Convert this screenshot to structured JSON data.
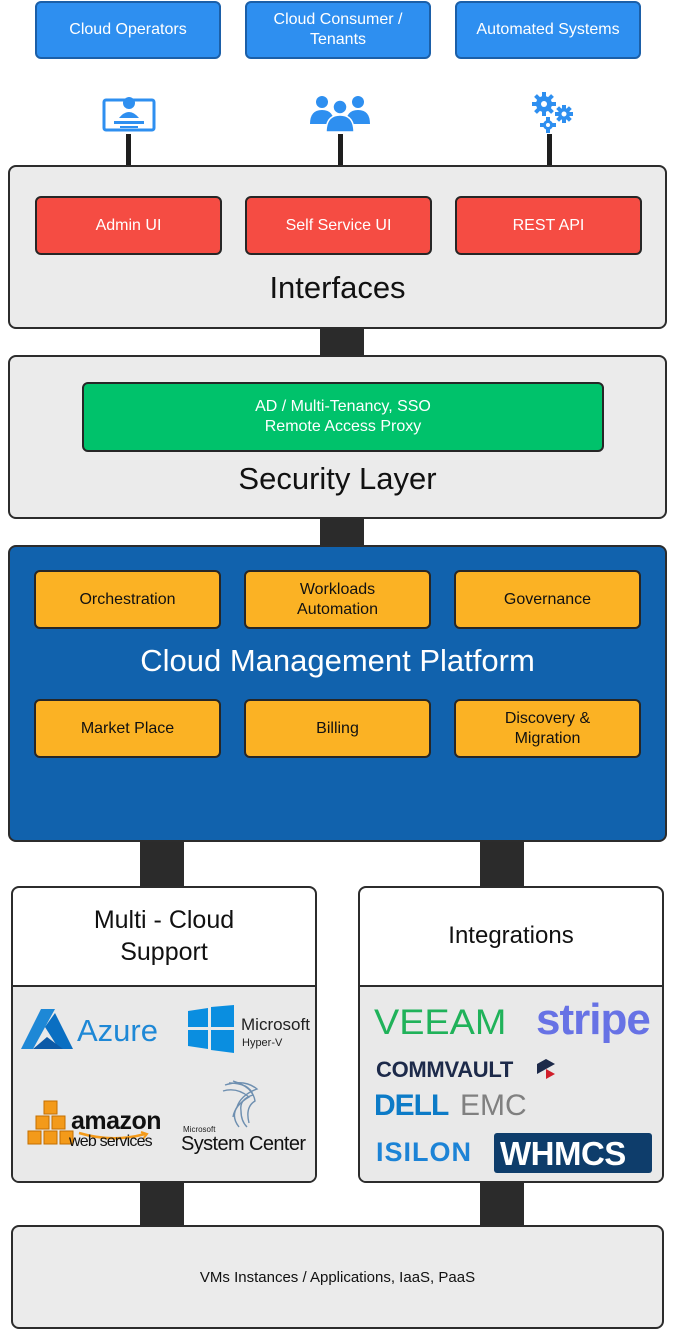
{
  "actors": [
    {
      "label": "Cloud Operators",
      "icon": "operator-monitor-icon"
    },
    {
      "label": "Cloud Consumer /\nTenants",
      "icon": "users-group-icon"
    },
    {
      "label": "Automated Systems",
      "icon": "gears-icon"
    }
  ],
  "interfaces": {
    "title": "Interfaces",
    "items": [
      "Admin UI",
      "Self Service UI",
      "REST API"
    ]
  },
  "security": {
    "title": "Security Layer",
    "line1": "AD / Multi-Tenancy, SSO",
    "line2": "Remote Access Proxy"
  },
  "platform": {
    "title": "Cloud Management Platform",
    "modules": [
      "Orchestration",
      "Workloads\nAutomation",
      "Governance",
      "Market Place",
      "Billing",
      "Discovery &\nMigration"
    ]
  },
  "multicloud": {
    "title": "Multi - Cloud\nSupport",
    "logos": {
      "azure": "Azure",
      "microsoft": "Microsoft",
      "hyperv": "Hyper-V",
      "amazon": "amazon",
      "webservices": "web services",
      "sc_microsoft": "Microsoft",
      "system_center": "System Center"
    }
  },
  "integrations": {
    "title": "Integrations",
    "logos": {
      "veeam": "VEEAM",
      "stripe": "stripe",
      "commvault": "COMMVAULT",
      "dell": "DELL",
      "emc": "EMC",
      "isilon": "ISILON",
      "whmcs": "WHMCS"
    }
  },
  "bottom": {
    "label": "VMs Instances / Applications, IaaS, PaaS"
  },
  "colors": {
    "actor_blue": "#2e8ff0",
    "interface_red": "#f54c43",
    "security_green": "#00c26b",
    "platform_blue": "#1162ad",
    "module_orange": "#fbb224"
  }
}
